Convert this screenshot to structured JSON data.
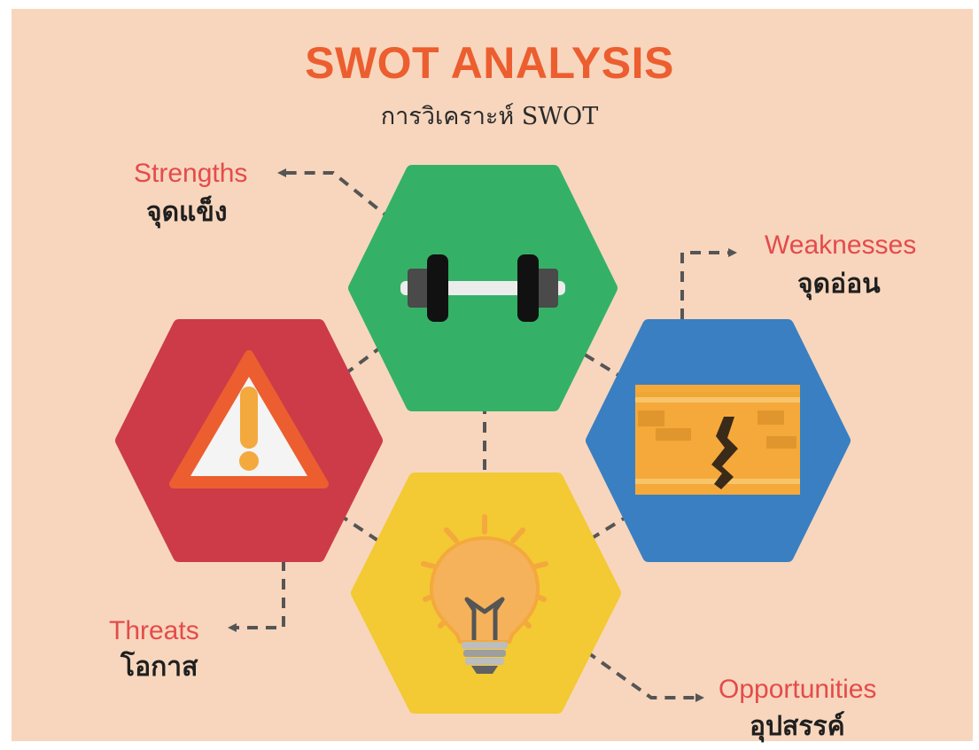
{
  "title": "SWOT ANALYSIS",
  "subtitle": "การวิเคราะห์ SWOT",
  "colors": {
    "background": "#f7d6bd",
    "title": "#ec5e2f",
    "strengths": "#34b167",
    "weaknesses": "#3a7fc1",
    "opportunities": "#f3c934",
    "threats": "#cd3b48",
    "label_en": "#e44b4b",
    "connector": "#555555"
  },
  "quadrants": {
    "strengths": {
      "label_en": "Strengths",
      "label_th": "จุดแข็ง",
      "icon": "dumbbell-icon"
    },
    "weaknesses": {
      "label_en": "Weaknesses",
      "label_th": "จุดอ่อน",
      "icon": "cracked-wall-icon"
    },
    "opportunities": {
      "label_en": "Opportunities",
      "label_th": "อุปสรรค์",
      "icon": "lightbulb-icon"
    },
    "threats": {
      "label_en": "Threats",
      "label_th": "โอกาส",
      "icon": "warning-triangle-icon"
    }
  }
}
